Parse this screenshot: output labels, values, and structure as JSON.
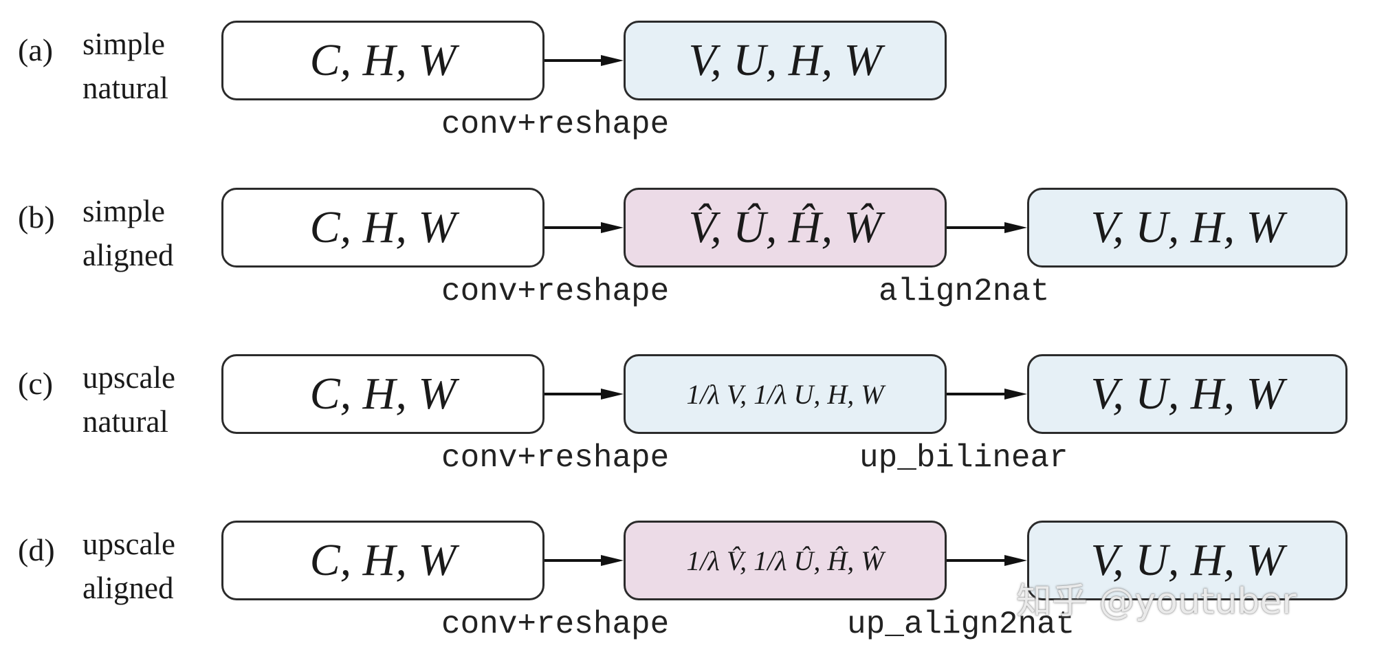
{
  "rows": [
    {
      "tag": "(a)",
      "desc": [
        "simple",
        "natural"
      ],
      "boxes": [
        "C, H, W",
        "V, U, H, W"
      ],
      "box_fills": [
        "white",
        "blue"
      ],
      "ops": [
        "conv+reshape"
      ]
    },
    {
      "tag": "(b)",
      "desc": [
        "simple",
        "aligned"
      ],
      "boxes": [
        "C, H, W",
        "V̂, Û, Ĥ, Ŵ",
        "V, U, H, W"
      ],
      "box_fills": [
        "white",
        "pink",
        "blue"
      ],
      "ops": [
        "conv+reshape",
        "align2nat"
      ]
    },
    {
      "tag": "(c)",
      "desc": [
        "upscale",
        "natural"
      ],
      "boxes": [
        "C, H, W",
        "1/λ V, 1/λ U, H, W",
        "V, U, H, W"
      ],
      "box_fills": [
        "white",
        "blue",
        "blue"
      ],
      "ops": [
        "conv+reshape",
        "up_bilinear"
      ]
    },
    {
      "tag": "(d)",
      "desc": [
        "upscale",
        "aligned"
      ],
      "boxes": [
        "C, H, W",
        "1/λ V̂, 1/λ Û, Ĥ, Ŵ",
        "V, U, H, W"
      ],
      "box_fills": [
        "white",
        "pink",
        "blue"
      ],
      "ops": [
        "conv+reshape",
        "up_align2nat"
      ]
    }
  ],
  "watermark": "知乎 @youtuber",
  "colors": {
    "blue_fill": "#e6f0f6",
    "pink_fill": "#ecdbe7",
    "border": "#2b2b2b"
  }
}
